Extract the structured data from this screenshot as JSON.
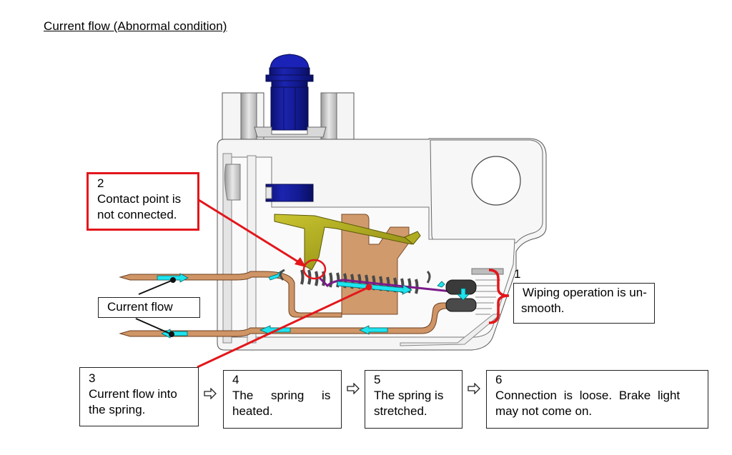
{
  "title": "Current flow (Abnormal condition)",
  "colors": {
    "accent_red": "#e3161b",
    "flow_cyan": "#1ee4ef",
    "plunger_blue": "#141a9c",
    "terminal_copper": "#cf9566",
    "contact_olive": "#a8a41a",
    "spring_purple": "#7a1a8a",
    "spring_gray": "#5a5a5a",
    "housing": "#f4f4f4"
  },
  "labels": {
    "current_flow": "Current flow",
    "point1": {
      "number": "1",
      "text": "Wiping operation is un-smooth."
    },
    "point2": {
      "number": "2",
      "line1": "Contact point is",
      "line2": "not connected."
    }
  },
  "steps": [
    {
      "number": "3",
      "line1": "Current flow into",
      "line2": "the spring."
    },
    {
      "number": "4",
      "line1": "The spring is",
      "line2": "heated."
    },
    {
      "number": "5",
      "line1": "The spring is",
      "line2": "stretched."
    },
    {
      "number": "6",
      "line1": "Connection is loose. Brake light",
      "line2": "may not come on."
    }
  ],
  "step_arrow_icon": "hollow-right-arrow"
}
